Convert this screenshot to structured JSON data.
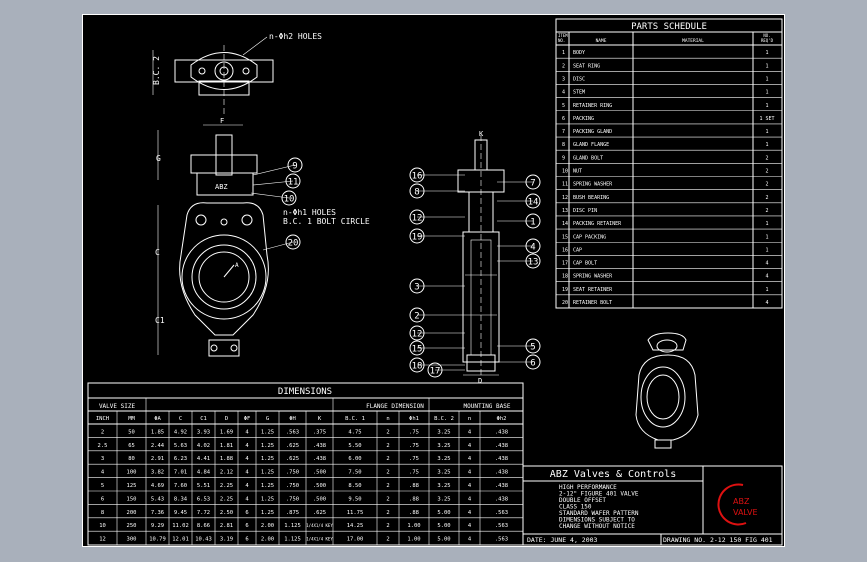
{
  "parts_schedule": {
    "title": "PARTS SCHEDULE",
    "headers": [
      "ITEM NO.",
      "NAME",
      "MATERIAL",
      "NO. REQ'D"
    ],
    "rows": [
      [
        "1",
        "BODY",
        "",
        "1"
      ],
      [
        "2",
        "SEAT RING",
        "",
        "1"
      ],
      [
        "3",
        "DISC",
        "",
        "1"
      ],
      [
        "4",
        "STEM",
        "",
        "1"
      ],
      [
        "5",
        "RETAINER RING",
        "",
        "1"
      ],
      [
        "6",
        "PACKING",
        "",
        "1 SET"
      ],
      [
        "7",
        "PACKING GLAND",
        "",
        "1"
      ],
      [
        "8",
        "GLAND FLANGE",
        "",
        "1"
      ],
      [
        "9",
        "GLAND BOLT",
        "",
        "2"
      ],
      [
        "10",
        "NUT",
        "",
        "2"
      ],
      [
        "11",
        "SPRING WASHER",
        "",
        "2"
      ],
      [
        "12",
        "BUSH BEARING",
        "",
        "2"
      ],
      [
        "13",
        "DISC PIN",
        "",
        "2"
      ],
      [
        "14",
        "PACKING RETAINER",
        "",
        "1"
      ],
      [
        "15",
        "CAP PACKING",
        "",
        "1"
      ],
      [
        "16",
        "CAP",
        "",
        "1"
      ],
      [
        "17",
        "CAP BOLT",
        "",
        "4"
      ],
      [
        "18",
        "SPRING WASHER",
        "",
        "4"
      ],
      [
        "19",
        "SEAT RETAINER",
        "",
        "1"
      ],
      [
        "20",
        "RETAINER BOLT",
        "",
        "4"
      ]
    ]
  },
  "dimensions": {
    "title": "DIMENSIONS",
    "group_headers": [
      "VALVE SIZE",
      "FLANGE DIMENSION",
      "MOUNTING BASE"
    ],
    "headers": [
      "INCH",
      "MM",
      "ΦA",
      "C",
      "C1",
      "D",
      "ΦF",
      "G",
      "ΦH",
      "K",
      "B.C. 1",
      "n",
      "Φh1",
      "B.C. 2",
      "n",
      "Φh2"
    ],
    "rows": [
      [
        "2",
        "50",
        "1.85",
        "4.92",
        "3.93",
        "1.69",
        "4",
        "1.25",
        ".563",
        ".375",
        "4.75",
        "2",
        ".75",
        "3.25",
        "4",
        ".438"
      ],
      [
        "2.5",
        "65",
        "2.44",
        "5.63",
        "4.02",
        "1.81",
        "4",
        "1.25",
        ".625",
        ".438",
        "5.50",
        "2",
        ".75",
        "3.25",
        "4",
        ".438"
      ],
      [
        "3",
        "80",
        "2.91",
        "6.23",
        "4.41",
        "1.88",
        "4",
        "1.25",
        ".625",
        ".438",
        "6.00",
        "2",
        ".75",
        "3.25",
        "4",
        ".438"
      ],
      [
        "4",
        "100",
        "3.82",
        "7.01",
        "4.84",
        "2.12",
        "4",
        "1.25",
        ".750",
        ".500",
        "7.50",
        "2",
        ".75",
        "3.25",
        "4",
        ".438"
      ],
      [
        "5",
        "125",
        "4.69",
        "7.60",
        "5.51",
        "2.25",
        "4",
        "1.25",
        ".750",
        ".500",
        "8.50",
        "2",
        ".88",
        "3.25",
        "4",
        ".438"
      ],
      [
        "6",
        "150",
        "5.43",
        "8.34",
        "6.53",
        "2.25",
        "4",
        "1.25",
        ".750",
        ".500",
        "9.50",
        "2",
        ".88",
        "3.25",
        "4",
        ".438"
      ],
      [
        "8",
        "200",
        "7.36",
        "9.45",
        "7.72",
        "2.50",
        "6",
        "1.25",
        ".875",
        ".625",
        "11.75",
        "2",
        ".88",
        "5.00",
        "4",
        ".563"
      ],
      [
        "10",
        "250",
        "9.29",
        "11.02",
        "8.66",
        "2.81",
        "6",
        "2.00",
        "1.125",
        "1/4X1/4 KEY",
        "14.25",
        "2",
        "1.00",
        "5.00",
        "4",
        ".563"
      ],
      [
        "12",
        "300",
        "10.79",
        "12.01",
        "10.43",
        "3.19",
        "6",
        "2.00",
        "1.125",
        "1/4X1/4 KEY",
        "17.00",
        "2",
        "1.00",
        "5.00",
        "4",
        ".563"
      ]
    ]
  },
  "title_block": {
    "company": "ABZ Valves & Controls",
    "description_lines": [
      "HIGH PERFORMANCE",
      "2-12\" FIGURE 401 VALVE",
      "DOUBLE OFFSET",
      "CLASS 150",
      "STANDARD WAFER PATTERN",
      "DIMENSIONS SUBJECT TO",
      "CHANGE WITHOUT NOTICE"
    ],
    "date": "DATE: JUNE 4, 2003",
    "drawing_no": "DRAWING NO. 2-12 150 FIG 401",
    "logo_top": "ABZ",
    "logo_bottom": "VALVE"
  },
  "drawing": {
    "top_note": "n-Φh2 HOLES",
    "mid_note_1": "n-Φh1 HOLES",
    "mid_note_2": "B.C. 1  BOLT CIRCLE",
    "bc2": "B.C. 2",
    "dim_F": "F",
    "dim_G": "G",
    "dim_C": "C",
    "dim_C1": "C1",
    "dim_K": "K",
    "dim_D": "D",
    "dim_A": "A",
    "abz_stamp": "ABZ",
    "balloons_front": [
      "9",
      "11",
      "10",
      "20"
    ],
    "balloons_side_left": [
      "16",
      "8",
      "12",
      "19",
      "3",
      "2",
      "12",
      "15",
      "18",
      "17"
    ],
    "balloons_side_right": [
      "7",
      "14",
      "1",
      "4",
      "13",
      "5",
      "6"
    ]
  },
  "colors": {
    "background": "#a9b0bb",
    "sheet": "#000000",
    "lines": "#ffffff"
  }
}
